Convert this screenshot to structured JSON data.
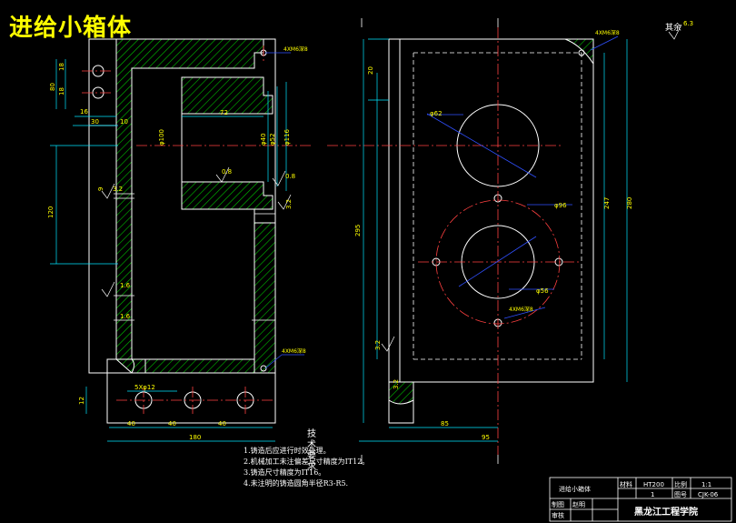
{
  "title": "进给小箱体",
  "roughness_note": "其余",
  "roughness_value": "6.3",
  "tech_requirements": {
    "heading": "技术要求",
    "lines": [
      "1.铸造后应进行时效处理。",
      "2.机械加工未注偏差尺寸精度为IT12。",
      "3.铸造尺寸精度为IT16。",
      "4.未注明的铸造圆角半径R3-R5."
    ]
  },
  "title_block": {
    "part_name": "进给小箱体",
    "material_label": "材料",
    "material": "HT200",
    "scale_label": "比例",
    "scale": "1:1",
    "quantity": "1",
    "drawing_no_label": "图号",
    "drawing_no": "CJK-06",
    "drawn_label": "制图",
    "drawn_by": "赵明",
    "checked_label": "审核",
    "school": "黑龙江工程学院"
  },
  "dimensions": {
    "left_view": [
      "18",
      "18",
      "80",
      "16",
      "30",
      "10",
      "120",
      "9",
      "4XM6深8",
      "72",
      "φ100",
      "φ40",
      "φ52",
      "φ116",
      "0.8",
      "0.8",
      "3.2",
      "3.2",
      "1.6",
      "1.6",
      "4XM6深8",
      "5Xφ12",
      "12",
      "40",
      "40",
      "40",
      "180"
    ],
    "right_view": [
      "4XM6深8",
      "20",
      "φ62",
      "φ96",
      "φ56",
      "4XM6深8",
      "247",
      "280",
      "295",
      "3.2",
      "3.2",
      "85",
      "95"
    ]
  }
}
